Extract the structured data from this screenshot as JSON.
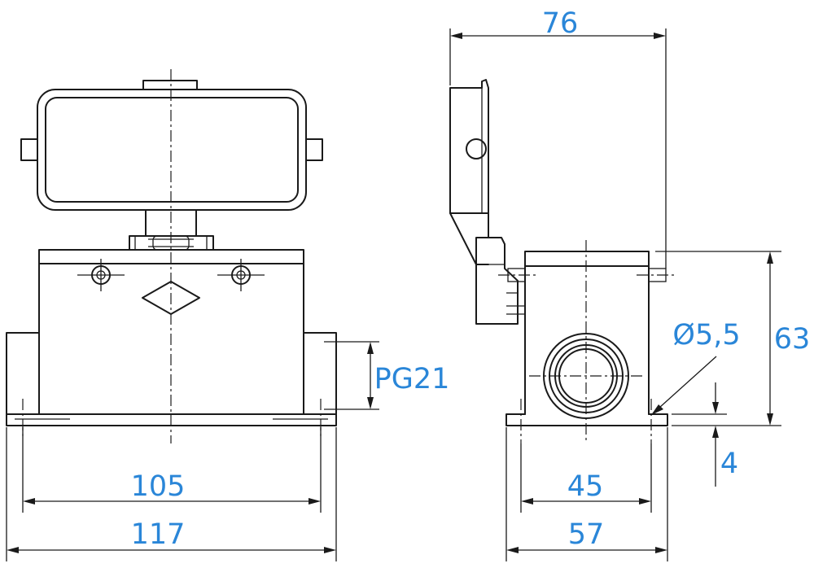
{
  "labels": {
    "width_total_top": "76",
    "height_total": "63",
    "hole_diameter": "Ø5,5",
    "thread": "PG21",
    "base_thickness": "4",
    "front_hole_spacing": "105",
    "front_width": "117",
    "side_hole_spacing": "45",
    "side_width": "57"
  },
  "colors": {
    "line": "#1a1a1a",
    "dimension_text": "#2a86d8",
    "background": "#ffffff"
  }
}
